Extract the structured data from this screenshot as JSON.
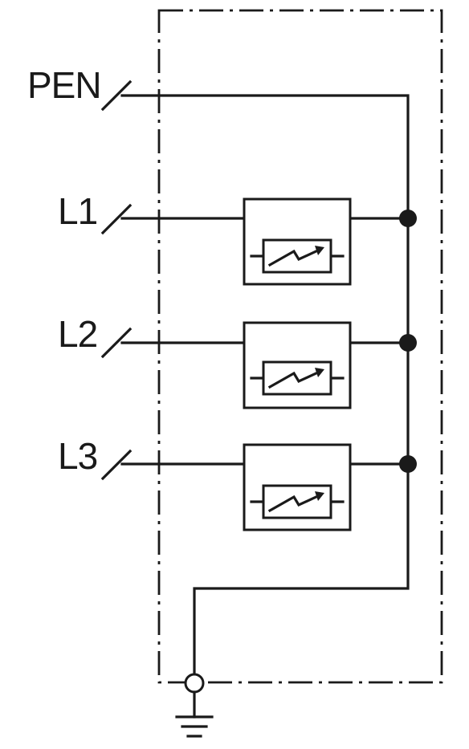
{
  "diagram": {
    "terminals": {
      "pen": "PEN",
      "l1": "L1",
      "l2": "L2",
      "l3": "L3"
    },
    "icons": {
      "protection_element": "lightning-bolt-arrow-icon",
      "ground": "earth-ground-icon",
      "terminal": "open-circle-terminal-icon",
      "junction": "filled-dot-junction-icon"
    },
    "colors": {
      "line": "#1a1a1a",
      "background": "#ffffff"
    }
  }
}
